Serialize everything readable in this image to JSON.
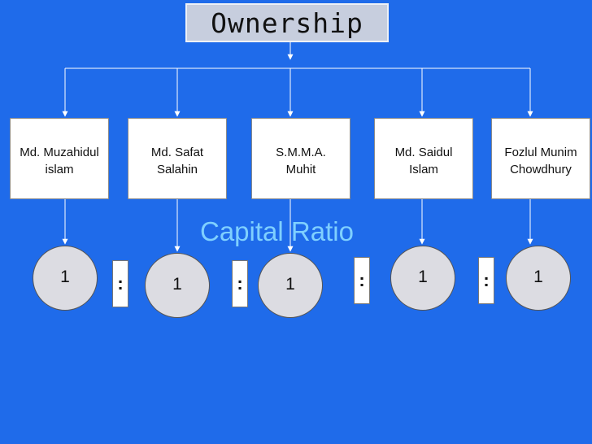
{
  "title": "Ownership",
  "owners": [
    {
      "name": "Md. Muzahidul\nislam"
    },
    {
      "name": "Md. Safat\nSalahin"
    },
    {
      "name": "S.M.M.A.\nMuhit"
    },
    {
      "name": "Md. Saidul\nIslam"
    },
    {
      "name": "Fozlul Munim\nChowdhury"
    }
  ],
  "ratio_heading": "Capital Ratio",
  "ratio": [
    "1",
    "1",
    "1",
    "1",
    "1"
  ],
  "separator": ":",
  "colors": {
    "background": "#1f6bea",
    "title_box": "#c7cede",
    "owner_box": "#ffffff",
    "ratio_heading": "#7fd0ff",
    "share_circle": "#dcdce2",
    "connector": "#ffffff"
  }
}
